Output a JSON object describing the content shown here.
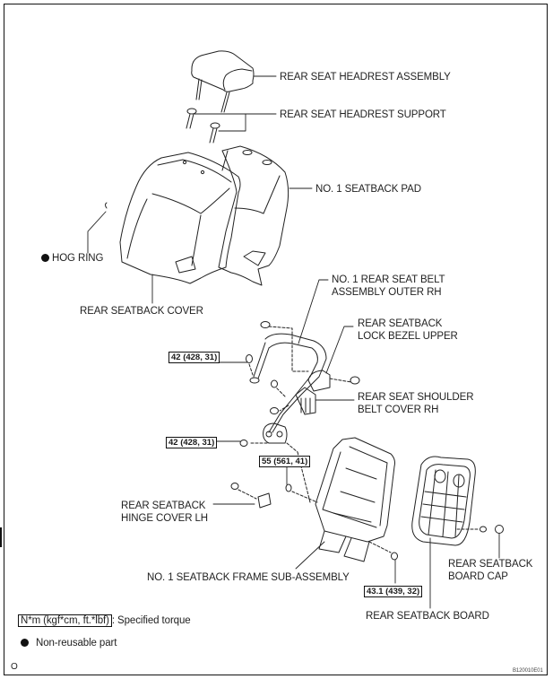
{
  "diagram": {
    "parts": {
      "headrest_assembly": "REAR SEAT HEADREST ASSEMBLY",
      "headrest_support": "REAR SEAT HEADREST SUPPORT",
      "seatback_pad": "NO. 1 SEATBACK PAD",
      "hog_ring": "HOG RING",
      "seatback_cover": "REAR SEATBACK COVER",
      "belt_outer_rh_line1": "NO. 1 REAR SEAT BELT",
      "belt_outer_rh_line2": "ASSEMBLY OUTER RH",
      "lock_bezel_line1": "REAR SEATBACK",
      "lock_bezel_line2": "LOCK BEZEL UPPER",
      "shoulder_cover_line1": "REAR SEAT SHOULDER",
      "shoulder_cover_line2": "BELT COVER RH",
      "hinge_cover_line1": "REAR SEATBACK",
      "hinge_cover_line2": "HINGE COVER LH",
      "frame_sub_assembly": "NO. 1 SEATBACK FRAME SUB-ASSEMBLY",
      "board_cap_line1": "REAR SEATBACK",
      "board_cap_line2": "BOARD CAP",
      "seatback_board": "REAR SEATBACK BOARD"
    },
    "torques": [
      "42 (428, 31)",
      "42 (428, 31)",
      "55 (561, 41)",
      "43.1 (439, 32)"
    ],
    "legend": {
      "torque_unit": "N*m (kgf*cm, ft.*lbf)",
      "torque_desc": ": Specified torque",
      "non_reusable": "Non-reusable part"
    },
    "footer": {
      "left_mark": "O",
      "figure_id": "B120010E01"
    }
  }
}
